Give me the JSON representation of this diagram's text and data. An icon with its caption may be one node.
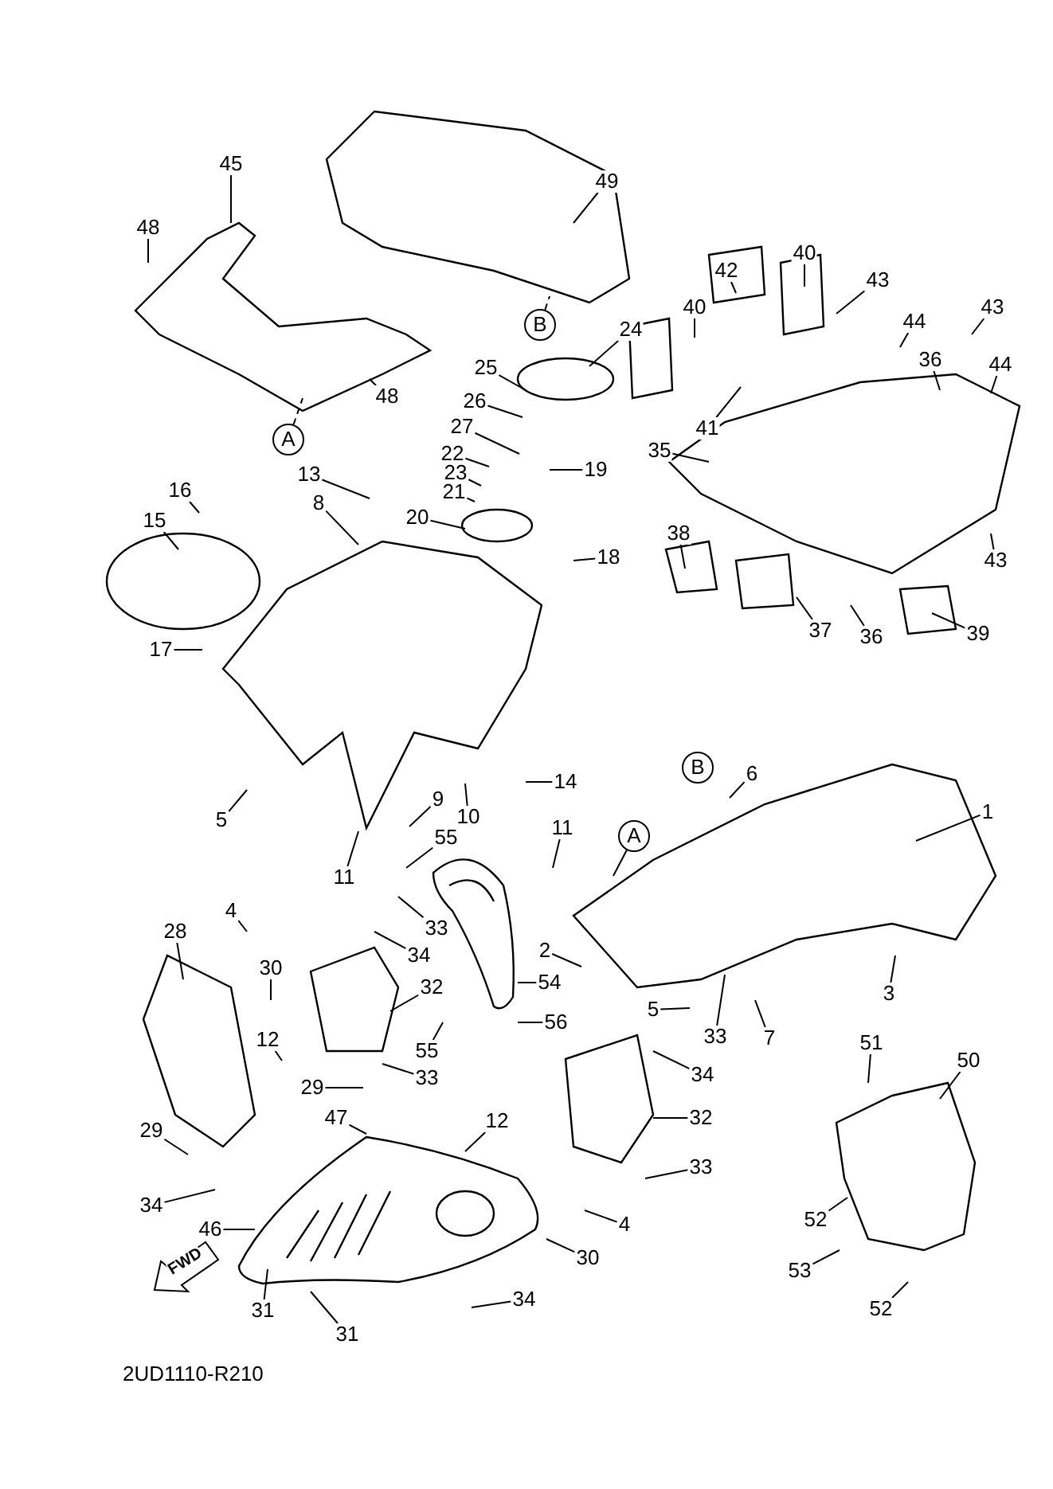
{
  "diagram": {
    "nodes": [
      {
        "text": [
          "45"
        ]
      },
      {
        "text": [
          "48"
        ]
      },
      {
        "text": [
          "49"
        ]
      },
      {
        "text": [
          "40"
        ]
      },
      {
        "text": [
          "43"
        ]
      },
      {
        "text": [
          "42"
        ]
      },
      {
        "text": [
          "40"
        ]
      },
      {
        "text": [
          "43"
        ]
      },
      {
        "text": [
          "44"
        ]
      },
      {
        "text": [
          "B"
        ]
      },
      {
        "text": [
          "24"
        ]
      },
      {
        "text": [
          "36"
        ]
      },
      {
        "text": [
          "44"
        ]
      },
      {
        "text": [
          "25"
        ]
      },
      {
        "text": [
          "48"
        ]
      },
      {
        "text": [
          "26"
        ]
      },
      {
        "text": [
          "41"
        ]
      },
      {
        "text": [
          "27"
        ]
      },
      {
        "text": [
          "A"
        ]
      },
      {
        "text": [
          "35"
        ]
      },
      {
        "text": [
          "22"
        ]
      },
      {
        "text": [
          "19"
        ]
      },
      {
        "text": [
          "23"
        ]
      },
      {
        "text": [
          "13"
        ]
      },
      {
        "text": [
          "16"
        ]
      },
      {
        "text": [
          "21"
        ]
      },
      {
        "text": [
          "8"
        ]
      },
      {
        "text": [
          "20"
        ]
      },
      {
        "text": [
          "15"
        ]
      },
      {
        "text": [
          "38"
        ]
      },
      {
        "text": [
          "18"
        ]
      },
      {
        "text": [
          "43"
        ]
      },
      {
        "text": [
          "37"
        ]
      },
      {
        "text": [
          "36"
        ]
      },
      {
        "text": [
          "39"
        ]
      },
      {
        "text": [
          "17"
        ]
      },
      {
        "text": [
          "B"
        ]
      },
      {
        "text": [
          "6"
        ]
      },
      {
        "text": [
          "14"
        ]
      },
      {
        "text": [
          "9"
        ]
      },
      {
        "text": [
          "10"
        ]
      },
      {
        "text": [
          "1"
        ]
      },
      {
        "text": [
          "5"
        ]
      },
      {
        "text": [
          "A"
        ]
      },
      {
        "text": [
          "11"
        ]
      },
      {
        "text": [
          "55"
        ]
      },
      {
        "text": [
          "11"
        ]
      },
      {
        "text": [
          "4"
        ]
      },
      {
        "text": [
          "33"
        ]
      },
      {
        "text": [
          "28"
        ]
      },
      {
        "text": [
          "2"
        ]
      },
      {
        "text": [
          "34"
        ]
      },
      {
        "text": [
          "30"
        ]
      },
      {
        "text": [
          "54"
        ]
      },
      {
        "text": [
          "3"
        ]
      },
      {
        "text": [
          "32"
        ]
      },
      {
        "text": [
          "5"
        ]
      },
      {
        "text": [
          "56"
        ]
      },
      {
        "text": [
          "33"
        ]
      },
      {
        "text": [
          "7"
        ]
      },
      {
        "text": [
          "12"
        ]
      },
      {
        "text": [
          "51"
        ]
      },
      {
        "text": [
          "55"
        ]
      },
      {
        "text": [
          "50"
        ]
      },
      {
        "text": [
          "34"
        ]
      },
      {
        "text": [
          "33"
        ]
      },
      {
        "text": [
          "29"
        ]
      },
      {
        "text": [
          "47"
        ]
      },
      {
        "text": [
          "32"
        ]
      },
      {
        "text": [
          "12"
        ]
      },
      {
        "text": [
          "29"
        ]
      },
      {
        "text": [
          "33"
        ]
      },
      {
        "text": [
          "34"
        ]
      },
      {
        "text": [
          "52"
        ]
      },
      {
        "text": [
          "4"
        ]
      },
      {
        "text": [
          "46"
        ]
      },
      {
        "text": [
          "30"
        ]
      },
      {
        "text": [
          "53"
        ]
      },
      {
        "text": [
          "34"
        ]
      },
      {
        "text": [
          "31"
        ]
      },
      {
        "text": [
          "52"
        ]
      },
      {
        "text": [
          "31"
        ]
      },
      {
        "text": [
          "FWD"
        ]
      }
    ],
    "edges": [
      {
        "from": 0,
        "to": null,
        "arrow": "none"
      },
      {
        "from": 1,
        "to": null,
        "arrow": "none"
      },
      {
        "from": 2,
        "to": null,
        "arrow": "none"
      },
      {
        "from": 3,
        "to": null,
        "arrow": "none"
      },
      {
        "from": 4,
        "to": null,
        "arrow": "none"
      },
      {
        "from": 5,
        "to": null,
        "arrow": "none"
      },
      {
        "from": 6,
        "to": null,
        "arrow": "none"
      },
      {
        "from": 7,
        "to": null,
        "arrow": "none"
      },
      {
        "from": 8,
        "to": null,
        "arrow": "none"
      },
      {
        "from": 9,
        "to": null,
        "arrow": "none",
        "style": "dashed"
      },
      {
        "from": 10,
        "to": null,
        "arrow": "none"
      },
      {
        "from": 11,
        "to": null,
        "arrow": "none"
      },
      {
        "from": 12,
        "to": null,
        "arrow": "none"
      },
      {
        "from": 13,
        "to": null,
        "arrow": "none"
      },
      {
        "from": 14,
        "to": null,
        "arrow": "none"
      },
      {
        "from": 15,
        "to": null,
        "arrow": "none"
      },
      {
        "from": 16,
        "to": null,
        "arrow": "none"
      },
      {
        "from": 17,
        "to": null,
        "arrow": "none"
      },
      {
        "from": 18,
        "to": null,
        "arrow": "none",
        "style": "dashed"
      },
      {
        "from": 19,
        "to": null,
        "arrow": "none"
      },
      {
        "from": 20,
        "to": null,
        "arrow": "none"
      },
      {
        "from": 21,
        "to": null,
        "arrow": "none"
      },
      {
        "from": 22,
        "to": null,
        "arrow": "none"
      },
      {
        "from": 23,
        "to": null,
        "arrow": "none"
      },
      {
        "from": 24,
        "to": null,
        "arrow": "none"
      },
      {
        "from": 25,
        "to": null,
        "arrow": "none"
      },
      {
        "from": 26,
        "to": null,
        "arrow": "none"
      },
      {
        "from": 27,
        "to": null,
        "arrow": "none"
      },
      {
        "from": 28,
        "to": null,
        "arrow": "none"
      },
      {
        "from": 29,
        "to": null,
        "arrow": "none"
      },
      {
        "from": 30,
        "to": null,
        "arrow": "none"
      },
      {
        "from": 31,
        "to": null,
        "arrow": "none"
      },
      {
        "from": 32,
        "to": null,
        "arrow": "none"
      },
      {
        "from": 33,
        "to": null,
        "arrow": "none"
      },
      {
        "from": 34,
        "to": null,
        "arrow": "none"
      },
      {
        "from": 35,
        "to": null,
        "arrow": "none"
      },
      {
        "from": 37,
        "to": null,
        "arrow": "none"
      },
      {
        "from": 38,
        "to": null,
        "arrow": "none"
      },
      {
        "from": 39,
        "to": null,
        "arrow": "none"
      },
      {
        "from": 40,
        "to": null,
        "arrow": "none"
      },
      {
        "from": 41,
        "to": null,
        "arrow": "none"
      },
      {
        "from": 42,
        "to": null,
        "arrow": "none"
      },
      {
        "from": 43,
        "to": null,
        "arrow": "none"
      },
      {
        "from": 44,
        "to": null,
        "arrow": "none"
      },
      {
        "from": 45,
        "to": null,
        "arrow": "none"
      },
      {
        "from": 46,
        "to": null,
        "arrow": "none"
      },
      {
        "from": 47,
        "to": null,
        "arrow": "none"
      },
      {
        "from": 48,
        "to": null,
        "arrow": "none"
      },
      {
        "from": 49,
        "to": null,
        "arrow": "none"
      },
      {
        "from": 50,
        "to": null,
        "arrow": "none"
      },
      {
        "from": 51,
        "to": null,
        "arrow": "none"
      },
      {
        "from": 52,
        "to": null,
        "arrow": "none"
      },
      {
        "from": 53,
        "to": null,
        "arrow": "none"
      },
      {
        "from": 54,
        "to": null,
        "arrow": "none"
      },
      {
        "from": 55,
        "to": null,
        "arrow": "none"
      },
      {
        "from": 56,
        "to": null,
        "arrow": "none"
      },
      {
        "from": 57,
        "to": null,
        "arrow": "none"
      },
      {
        "from": 58,
        "to": null,
        "arrow": "none"
      },
      {
        "from": 59,
        "to": null,
        "arrow": "none"
      },
      {
        "from": 60,
        "to": null,
        "arrow": "none"
      },
      {
        "from": 61,
        "to": null,
        "arrow": "none"
      },
      {
        "from": 62,
        "to": null,
        "arrow": "none"
      },
      {
        "from": 63,
        "to": null,
        "arrow": "none"
      },
      {
        "from": 64,
        "to": null,
        "arrow": "none"
      },
      {
        "from": 65,
        "to": null,
        "arrow": "none"
      },
      {
        "from": 66,
        "to": null,
        "arrow": "none"
      },
      {
        "from": 67,
        "to": null,
        "arrow": "none"
      },
      {
        "from": 68,
        "to": null,
        "arrow": "none"
      },
      {
        "from": 69,
        "to": null,
        "arrow": "none"
      },
      {
        "from": 70,
        "to": null,
        "arrow": "none"
      },
      {
        "from": 71,
        "to": null,
        "arrow": "none"
      },
      {
        "from": 72,
        "to": null,
        "arrow": "none"
      },
      {
        "from": 73,
        "to": null,
        "arrow": "none"
      },
      {
        "from": 74,
        "to": null,
        "arrow": "none"
      },
      {
        "from": 75,
        "to": null,
        "arrow": "none"
      },
      {
        "from": 76,
        "to": null,
        "arrow": "none"
      },
      {
        "from": 77,
        "to": null,
        "arrow": "none"
      },
      {
        "from": 78,
        "to": null,
        "arrow": "none"
      },
      {
        "from": 79,
        "to": null,
        "arrow": "none"
      },
      {
        "from": 80,
        "to": null,
        "arrow": "none"
      },
      {
        "from": 81,
        "to": null,
        "arrow": "none"
      }
    ],
    "labels": [
      "2UD1110-R210"
    ]
  }
}
